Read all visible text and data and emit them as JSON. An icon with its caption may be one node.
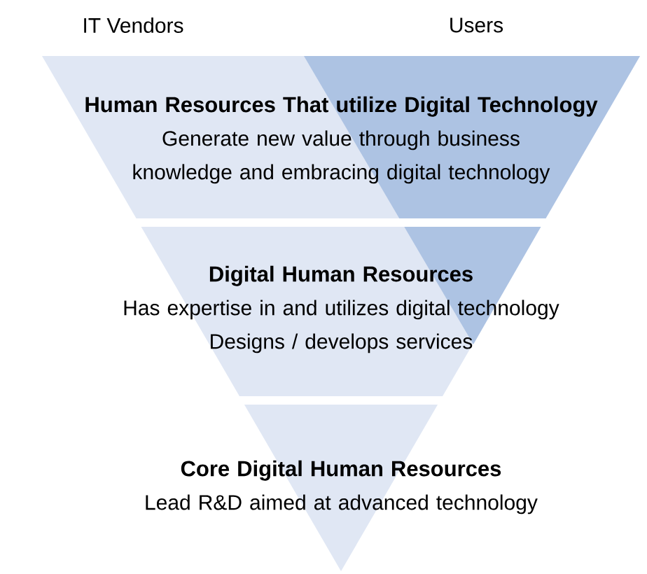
{
  "diagram": {
    "nodes": [
      {
        "text": [
          "Human Resources That utilize Digital Technology",
          "Generate new value through business knowledge and embracing digital technology"
        ]
      },
      {
        "text": [
          "Digital Human Resources",
          "Has expertise in and utilizes digital technology",
          "Designs / develops services"
        ]
      },
      {
        "text": [
          "Core Digital Human Resources",
          "Lead R&D aimed at advanced technology"
        ]
      }
    ],
    "labels": [
      "IT Vendors",
      "Users"
    ]
  }
}
